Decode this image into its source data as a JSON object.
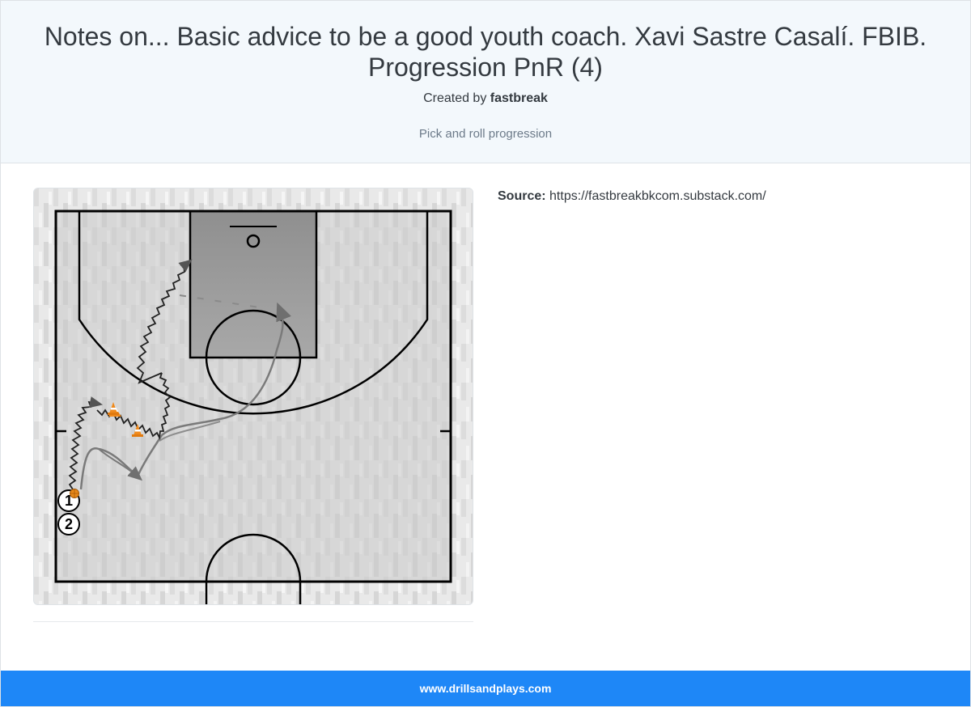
{
  "header": {
    "title": "Notes on... Basic advice to be a good youth coach. Xavi Sastre Casalí. FBIB. Progression PnR (4)",
    "created_by_prefix": "Created by",
    "author": "fastbreak",
    "description": "Pick and roll progression"
  },
  "diagram": {
    "players": [
      {
        "label": "1",
        "has_ball": true
      },
      {
        "label": "2",
        "has_ball": false
      }
    ],
    "objects": [
      "ball-icon",
      "cone-icon",
      "cone-icon"
    ],
    "colors": {
      "court_line": "#000000",
      "paint": "#8c8c8c",
      "move_line": "#7a7a7a",
      "dribble_line": "#222222",
      "cone": "#f08a1c",
      "ball": "#e8891a"
    }
  },
  "source": {
    "label": "Source:",
    "url": "https://fastbreakbkcom.substack.com/"
  },
  "footer": {
    "site": "www.drillsandplays.com"
  },
  "colors": {
    "header_bg": "#f3f8fc",
    "footer_bg": "#1e87f7"
  }
}
